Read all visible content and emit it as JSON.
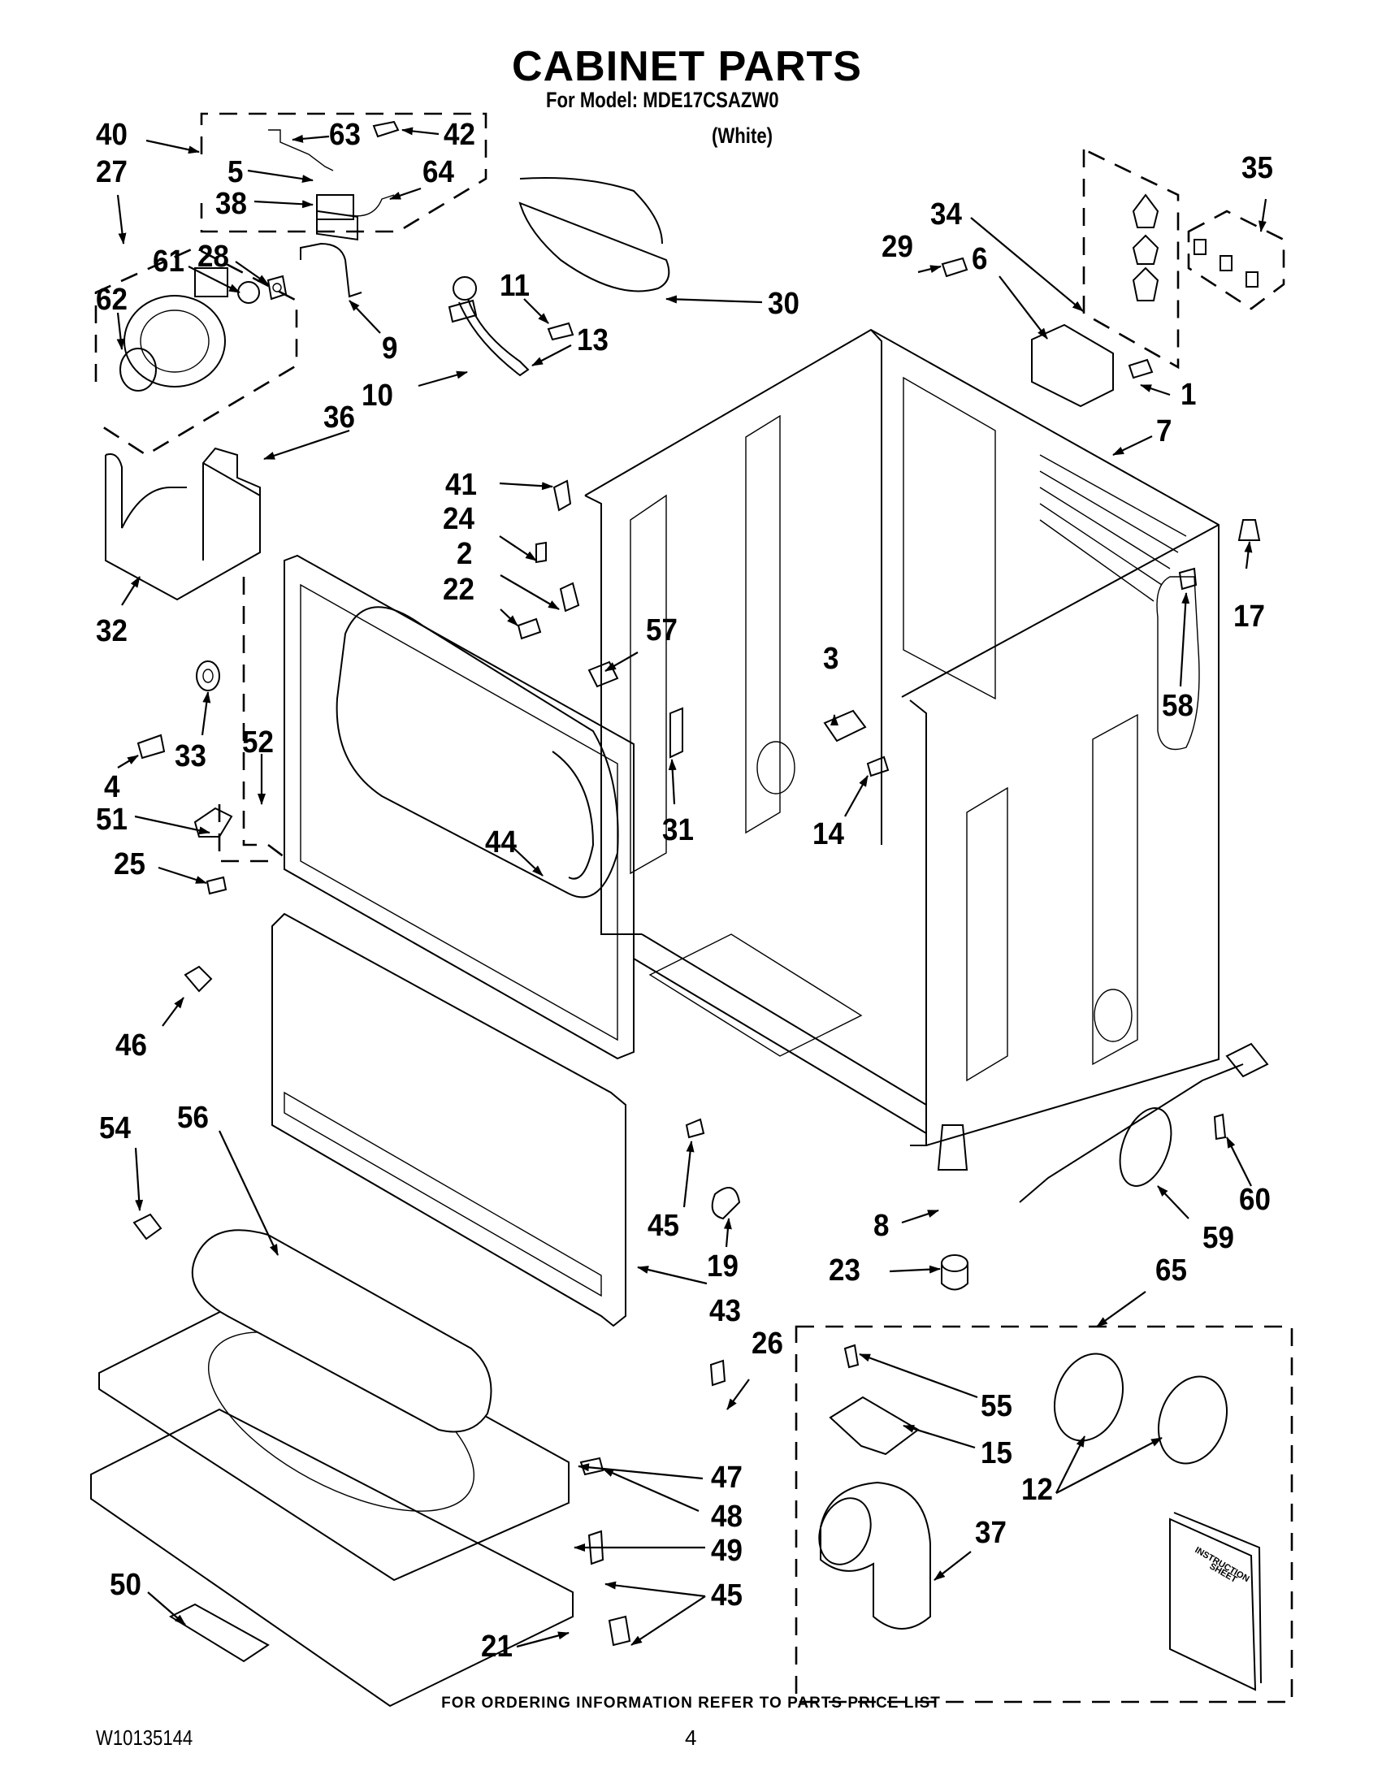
{
  "header": {
    "title": "CABINET PARTS",
    "model_line": "For Model: MDE17CSAZW0",
    "variant": "(White)"
  },
  "callouts": [
    {
      "id": "40",
      "label": "40"
    },
    {
      "id": "63",
      "label": "63"
    },
    {
      "id": "42",
      "label": "42"
    },
    {
      "id": "27",
      "label": "27"
    },
    {
      "id": "5",
      "label": "5"
    },
    {
      "id": "64",
      "label": "64"
    },
    {
      "id": "38",
      "label": "38"
    },
    {
      "id": "61",
      "label": "61"
    },
    {
      "id": "28",
      "label": "28"
    },
    {
      "id": "62",
      "label": "62"
    },
    {
      "id": "9",
      "label": "9"
    },
    {
      "id": "11",
      "label": "11"
    },
    {
      "id": "13",
      "label": "13"
    },
    {
      "id": "10",
      "label": "10"
    },
    {
      "id": "36",
      "label": "36"
    },
    {
      "id": "30",
      "label": "30"
    },
    {
      "id": "29",
      "label": "29"
    },
    {
      "id": "34",
      "label": "34"
    },
    {
      "id": "6",
      "label": "6"
    },
    {
      "id": "35",
      "label": "35"
    },
    {
      "id": "1",
      "label": "1"
    },
    {
      "id": "7",
      "label": "7"
    },
    {
      "id": "32",
      "label": "32"
    },
    {
      "id": "41",
      "label": "41"
    },
    {
      "id": "24",
      "label": "24"
    },
    {
      "id": "2",
      "label": "2"
    },
    {
      "id": "22",
      "label": "22"
    },
    {
      "id": "57",
      "label": "57"
    },
    {
      "id": "17",
      "label": "17"
    },
    {
      "id": "58",
      "label": "58"
    },
    {
      "id": "3",
      "label": "3"
    },
    {
      "id": "4",
      "label": "4"
    },
    {
      "id": "33",
      "label": "33"
    },
    {
      "id": "52",
      "label": "52"
    },
    {
      "id": "51",
      "label": "51"
    },
    {
      "id": "25",
      "label": "25"
    },
    {
      "id": "44",
      "label": "44"
    },
    {
      "id": "31",
      "label": "31"
    },
    {
      "id": "14",
      "label": "14"
    },
    {
      "id": "46",
      "label": "46"
    },
    {
      "id": "54",
      "label": "54"
    },
    {
      "id": "56",
      "label": "56"
    },
    {
      "id": "45a",
      "label": "45"
    },
    {
      "id": "19",
      "label": "19"
    },
    {
      "id": "8",
      "label": "8"
    },
    {
      "id": "23",
      "label": "23"
    },
    {
      "id": "59",
      "label": "59"
    },
    {
      "id": "60",
      "label": "60"
    },
    {
      "id": "43",
      "label": "43"
    },
    {
      "id": "65",
      "label": "65"
    },
    {
      "id": "26",
      "label": "26"
    },
    {
      "id": "55",
      "label": "55"
    },
    {
      "id": "15",
      "label": "15"
    },
    {
      "id": "12",
      "label": "12"
    },
    {
      "id": "47",
      "label": "47"
    },
    {
      "id": "48",
      "label": "48"
    },
    {
      "id": "49",
      "label": "49"
    },
    {
      "id": "37",
      "label": "37"
    },
    {
      "id": "50",
      "label": "50"
    },
    {
      "id": "45b",
      "label": "45"
    },
    {
      "id": "21",
      "label": "21"
    }
  ],
  "parts": {
    "instruction_sheet_line1": "INSTRUCTION",
    "instruction_sheet_line2": "SHEET"
  },
  "footer": {
    "ordering_note": "FOR ORDERING INFORMATION REFER TO PARTS PRICE LIST",
    "document_number": "W10135144",
    "page_number": "4"
  }
}
